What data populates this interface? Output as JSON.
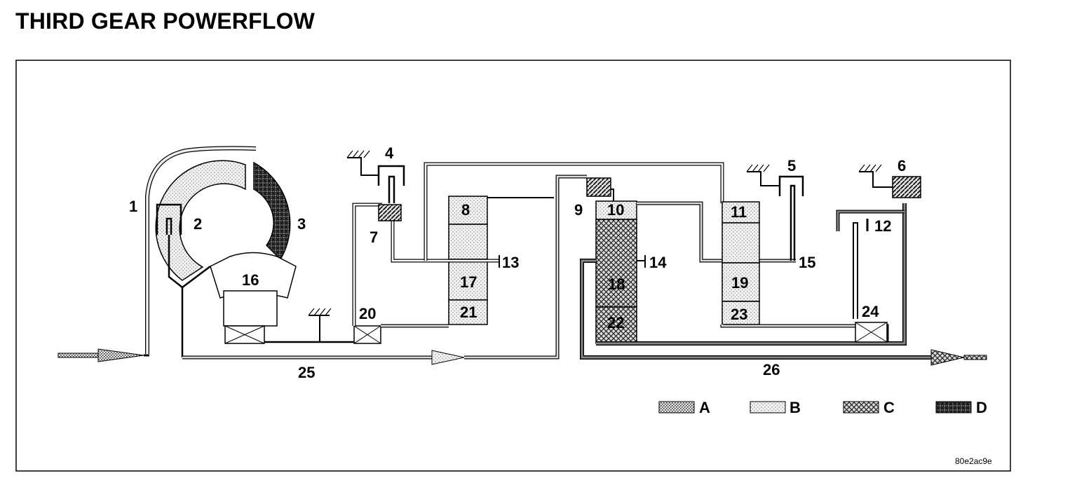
{
  "title": "THIRD GEAR POWERFLOW",
  "image_code": "80e2ac9e",
  "callouts": {
    "c1": "1",
    "c2": "2",
    "c3": "3",
    "c4": "4",
    "c5": "5",
    "c6": "6",
    "c7": "7",
    "c8": "8",
    "c9": "9",
    "c10": "10",
    "c11": "11",
    "c12": "12",
    "c13": "13",
    "c14": "14",
    "c15": "15",
    "c16": "16",
    "c17": "17",
    "c18": "18",
    "c19": "19",
    "c20": "20",
    "c21": "21",
    "c22": "22",
    "c23": "23",
    "c24": "24",
    "c25": "25",
    "c26": "26"
  },
  "legend": [
    {
      "label": "A",
      "pattern": "dots-dense"
    },
    {
      "label": "B",
      "pattern": "dots-light"
    },
    {
      "label": "C",
      "pattern": "crosshatch-light"
    },
    {
      "label": "D",
      "pattern": "crosshatch-dark"
    }
  ]
}
